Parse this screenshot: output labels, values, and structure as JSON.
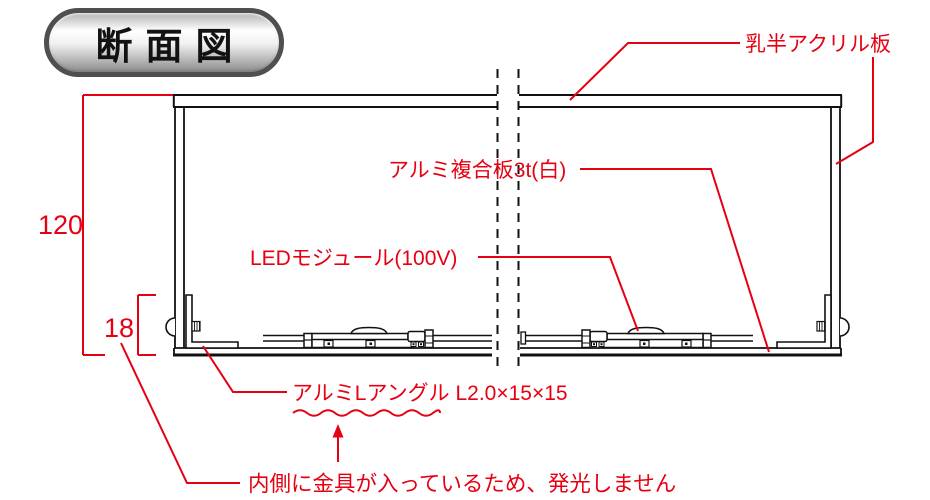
{
  "badge": {
    "label": "断面図"
  },
  "labels": {
    "acrylic_panel": "乳半アクリル板",
    "composite_panel": "アルミ複合板3t(白)",
    "led_module": "LEDモジュール(100V)",
    "l_angle": "アルミLアングル L2.0×15×15",
    "note": "内側に金具が入っているため、発光しません"
  },
  "dimensions": {
    "total_height": "120",
    "bottom_zone_height": "18"
  },
  "colors": {
    "annotation_red": "#e60012",
    "drawing_line": "#111111",
    "badge_border": "#4f4f4f"
  }
}
